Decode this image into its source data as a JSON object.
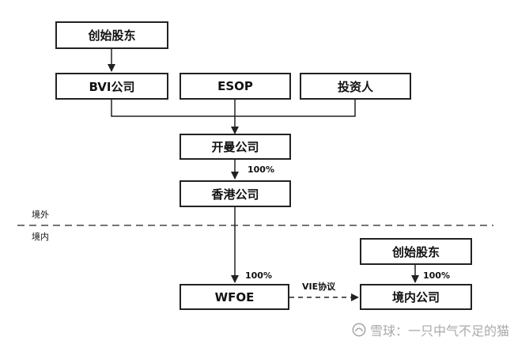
{
  "nodes": {
    "founders_top": "创始股东",
    "bvi": "BVI公司",
    "esop": "ESOP",
    "investors": "投资人",
    "cayman": "开曼公司",
    "hongkong": "香港公司",
    "wfoe": "WFOE",
    "founders_domestic": "创始股东",
    "domestic_company": "境内公司"
  },
  "edge_labels": {
    "cayman_to_hk": "100%",
    "hk_to_wfoe": "100%",
    "founders_to_domestic": "100%",
    "vie": "VIE协议"
  },
  "regions": {
    "offshore": "境外",
    "onshore": "境内"
  },
  "watermark": {
    "text": "雪球：一只中气不足的猫"
  },
  "colors": {
    "line": "#222222",
    "watermark": "#aaaaaa"
  }
}
